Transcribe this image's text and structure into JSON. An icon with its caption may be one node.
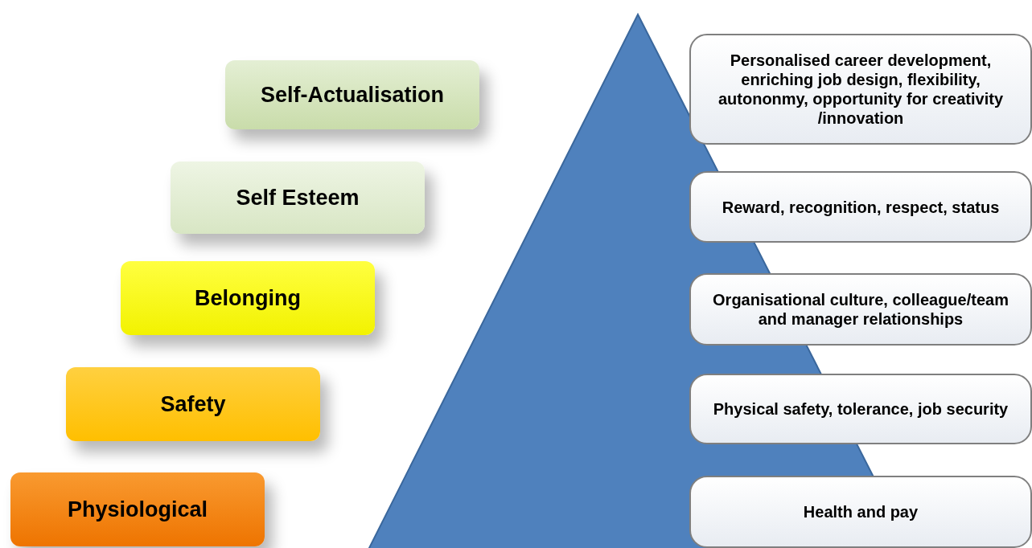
{
  "diagram": {
    "nodes": [
      {
        "text": [
          "Self-Actualisation"
        ]
      },
      {
        "text": [
          "Self Esteem"
        ]
      },
      {
        "text": [
          "Belonging"
        ]
      },
      {
        "text": [
          "Safety"
        ]
      },
      {
        "text": [
          "Physiological"
        ]
      },
      {
        "text": [
          "Personalised career development, enriching job design, flexibility, autononmy, opportunity for creativity /innovation"
        ]
      },
      {
        "text": [
          "Reward, recognition, respect, status"
        ]
      },
      {
        "text": [
          "Organisational culture, colleague/team and manager relationships"
        ]
      },
      {
        "text": [
          "Physical safety, tolerance, job security"
        ]
      },
      {
        "text": [
          "Health and pay"
        ]
      }
    ],
    "edges": []
  }
}
